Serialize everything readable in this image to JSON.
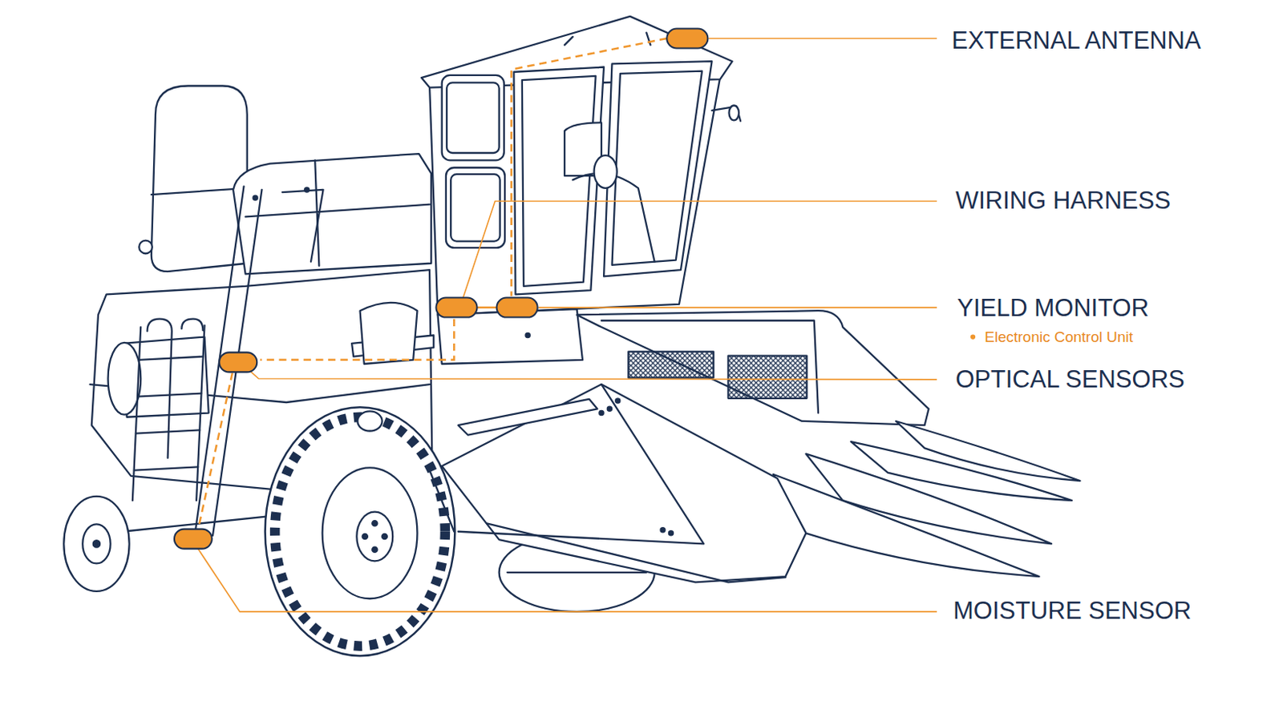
{
  "diagram": {
    "labels": [
      "EXTERNAL ANTENNA",
      "WIRING HARNESS",
      "YIELD MONITOR",
      "Electronic Control Unit",
      "OPTICAL SENSORS",
      "MOISTURE SENSOR"
    ]
  }
}
